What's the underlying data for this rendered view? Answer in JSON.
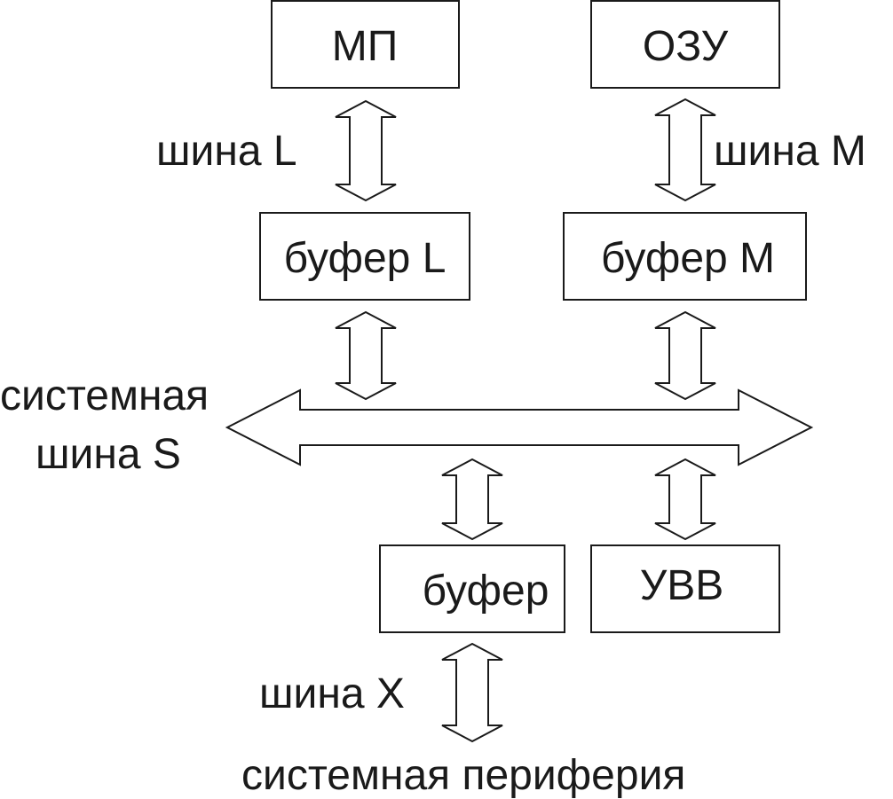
{
  "blocks": {
    "mp": "МП",
    "ram": "ОЗУ",
    "buffer_l": "буфер L",
    "buffer_m": "буфер M",
    "buffer": "буфер",
    "io": "УВВ"
  },
  "buses": {
    "bus_l": "шина L",
    "bus_m": "шина M",
    "system_bus_line1": "системная",
    "system_bus_line2": "шина S",
    "bus_x": "шина X"
  },
  "footer": {
    "peripheral": "системная периферия"
  }
}
